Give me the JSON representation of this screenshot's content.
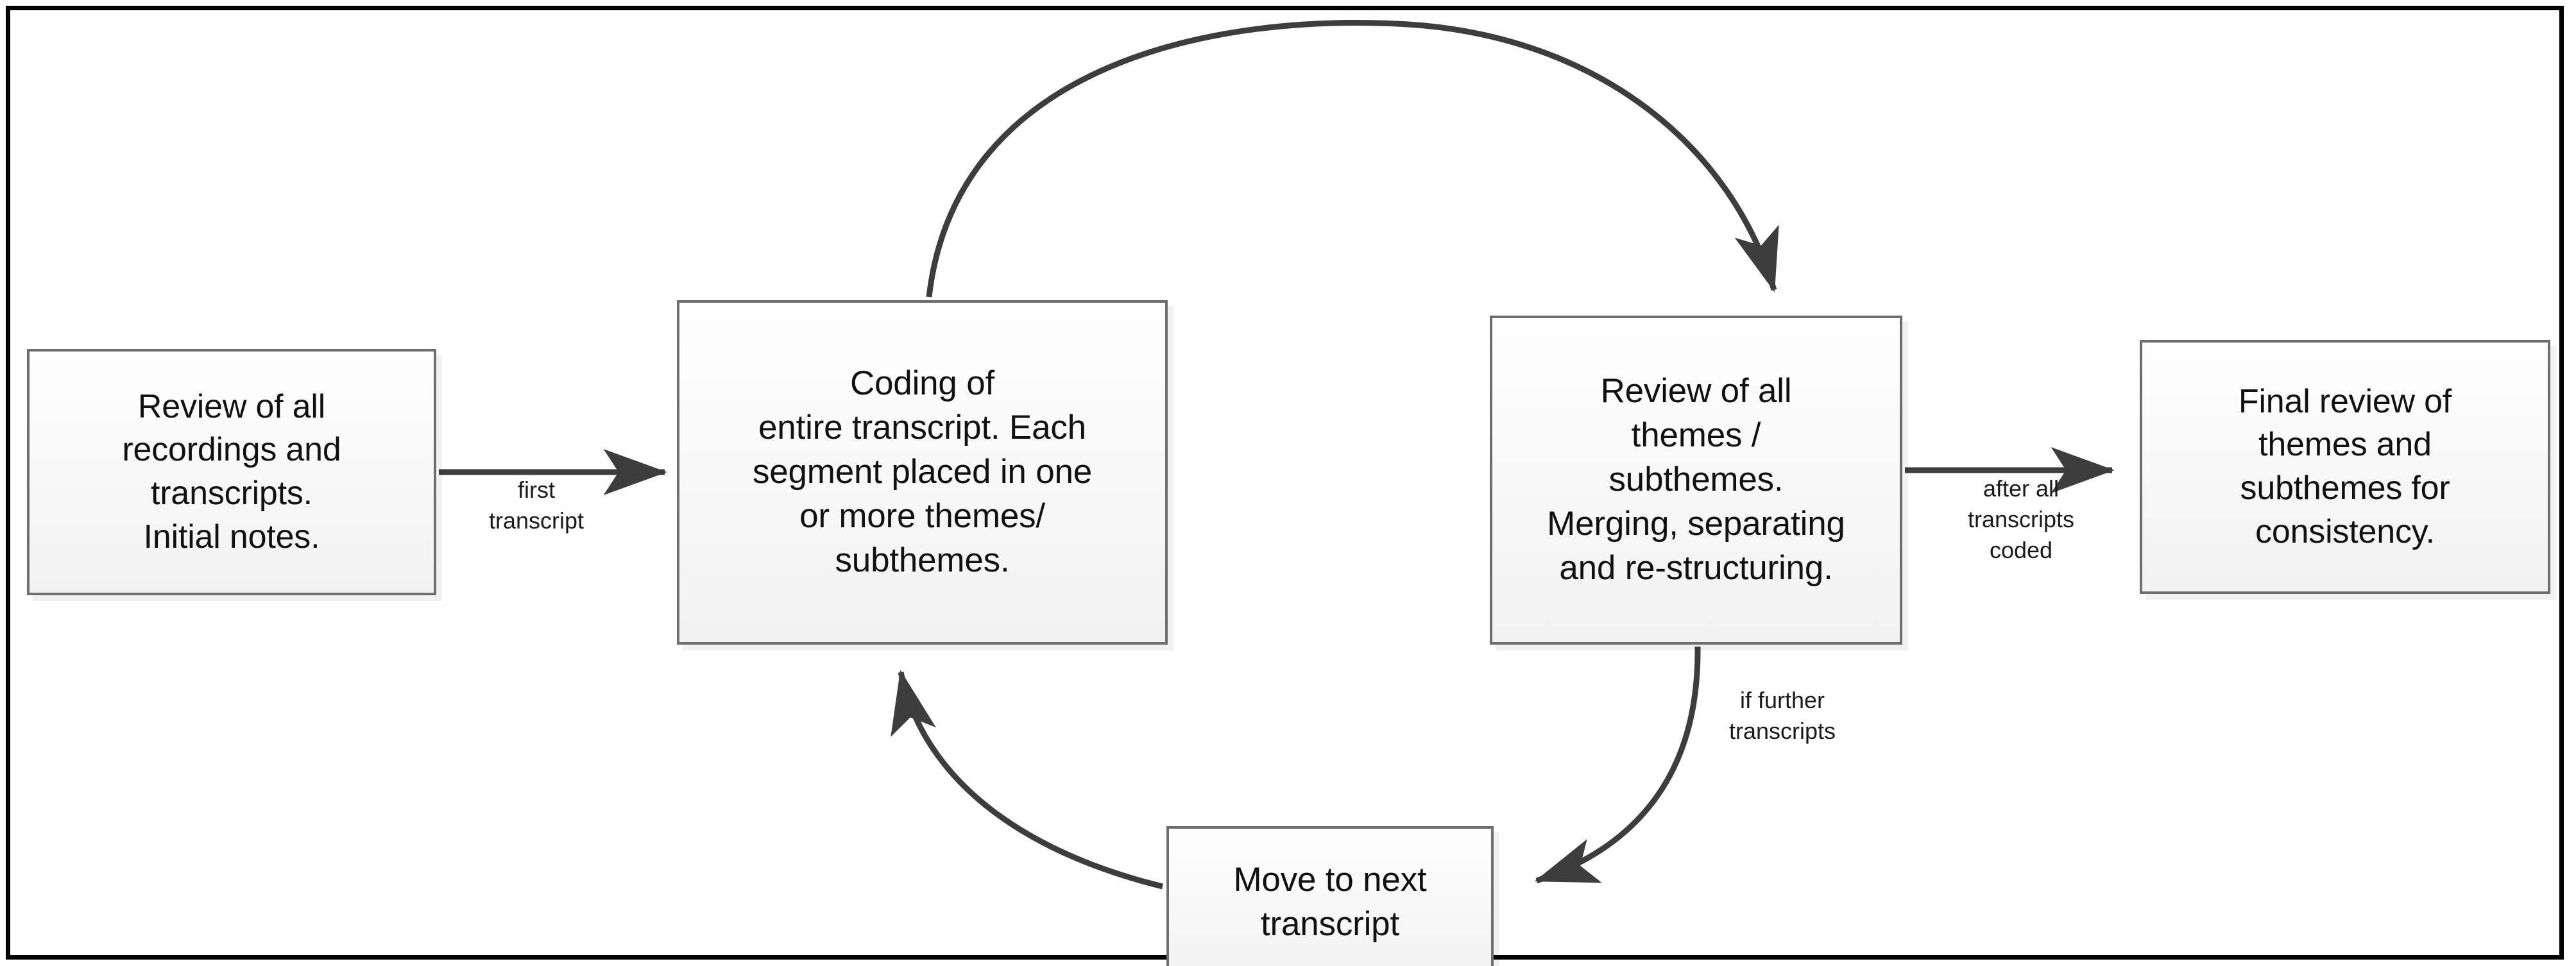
{
  "diagram": {
    "title": "Thematic analysis coding process",
    "colors": {
      "node_border": "#6e6e6e",
      "node_fill_top": "#fefefe",
      "node_fill_bottom": "#f2f2f2",
      "connector": "#3d3d3d",
      "frame": "#000000",
      "text": "#111111"
    },
    "nodes": [
      {
        "id": "initial-review",
        "label": "Review of all\nrecordings and\ntranscripts.\nInitial notes."
      },
      {
        "id": "coding",
        "label": "Coding of\nentire transcript. Each\nsegment placed in one\nor more themes/\nsubthemes."
      },
      {
        "id": "theme-review",
        "label": "Review of all\nthemes /\nsubthemes.\nMerging, separating\nand re-structuring."
      },
      {
        "id": "final-review",
        "label": "Final review of\nthemes and\nsubthemes for\nconsistency."
      },
      {
        "id": "next-transcript",
        "label": "Move to next\ntranscript"
      }
    ],
    "edges": [
      {
        "id": "initial-to-coding",
        "from": "initial-review",
        "to": "coding",
        "label": "first\ntranscript"
      },
      {
        "id": "coding-to-theme-review",
        "from": "coding",
        "to": "theme-review",
        "label": ""
      },
      {
        "id": "theme-review-to-final",
        "from": "theme-review",
        "to": "final-review",
        "label": "after all\ntranscripts\ncoded"
      },
      {
        "id": "theme-review-to-next",
        "from": "theme-review",
        "to": "next-transcript",
        "label": "if further\ntranscripts"
      },
      {
        "id": "next-to-coding",
        "from": "next-transcript",
        "to": "coding",
        "label": ""
      }
    ]
  }
}
